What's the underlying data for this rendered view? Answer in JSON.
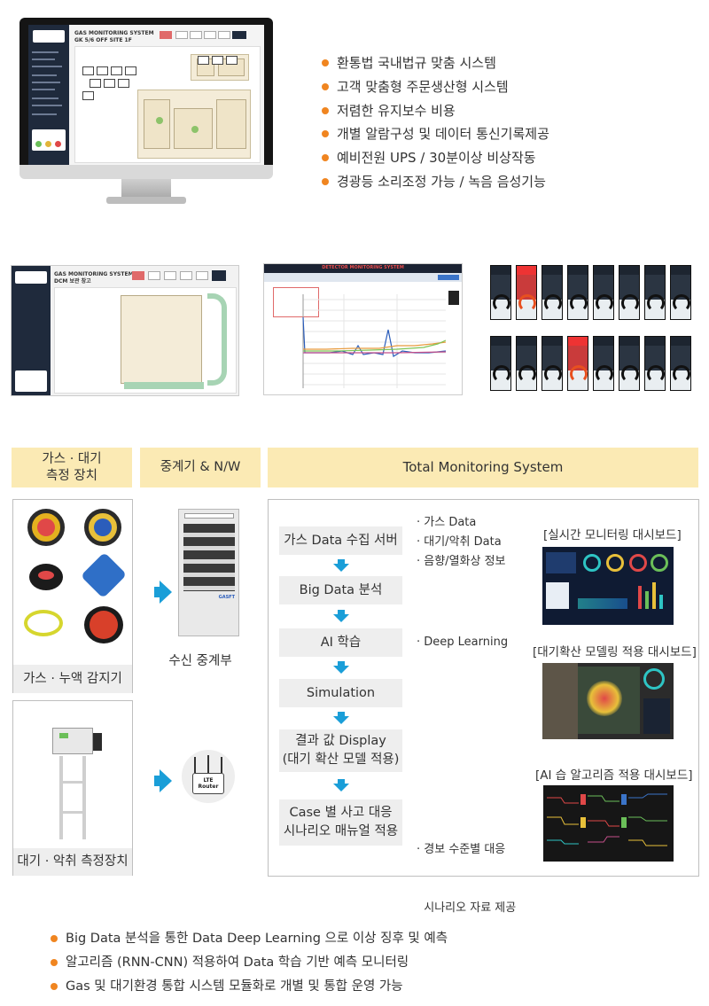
{
  "monitor": {
    "screen_title_line1": "GAS MONITORING SYSTEM",
    "screen_title_line2": "GK 5/6 OFF SITE 1F"
  },
  "features_top": [
    "환통법 국내법규 맞춤 시스템",
    "고객 맞춤형 주문생산형 시스템",
    "저렴한 유지보수 비용",
    "개별 알람구성 및  데이터 통신기록제공",
    "예비전원 UPS / 30분이상 비상작동",
    "경광등 소리조정 가능 / 녹음 음성기능"
  ],
  "screens": {
    "layout_title_line1": "GAS MONITORING SYSTEM",
    "layout_title_line2": "DCM 보관 창고",
    "trend_title": "DETECTOR MONITORING SYSTEM"
  },
  "headers": {
    "devices": "가스 · 대기\n측정 장치",
    "relay": "중계기 & N/W",
    "total": "Total Monitoring System"
  },
  "devices": {
    "gas_detector_label": "가스 · 누액 감지기",
    "air_device_label": "대기 · 악취 측정장치"
  },
  "relay": {
    "panel_label": "수신 중계부",
    "panel_brand": "GASFT",
    "router_label_line1": "LTE",
    "router_label_line2": "Router"
  },
  "flow_steps": [
    "가스 Data 수집 서버",
    "Big Data 분석",
    "AI 학습",
    "Simulation",
    "결과 값 Display\n(대기 확산 모델 적용)",
    "Case 별 사고 대응\n시나리오 매뉴얼 적용"
  ],
  "notes": {
    "collect": [
      "· 가스 Data",
      "· 대기/악취 Data",
      "· 음향/열화상 정보"
    ],
    "ai": "· Deep Learning",
    "case": [
      "· 경보 수준별 대응",
      "  시나리오 자료 제공"
    ]
  },
  "dashboards": [
    "[실시간 모니터링 대시보드]",
    "[대기확산 모델링 적용 대시보드]",
    "[AI 습 알고리즘 적용 대시보드]"
  ],
  "features_bottom": [
    "Big Data 분석을 통한 Data Deep Learning 으로 이상 징후 및 예측",
    "알고리즘 (RNN-CNN) 적용하여 Data 학습 기반 예측 모니터링",
    "Gas 및 대기환경 통합 시스템 모듈화로 개별 및 통합 운영 가능"
  ],
  "colors": {
    "accent_orange": "#f08520",
    "header_yellow": "#fbeab4",
    "arrow_blue": "#1a9ed8",
    "step_gray": "#eeeeee"
  },
  "icons": [
    "monitor-icon",
    "lte-router-icon",
    "gas-detector-icon",
    "arrow-right-icon",
    "arrow-down-icon"
  ]
}
